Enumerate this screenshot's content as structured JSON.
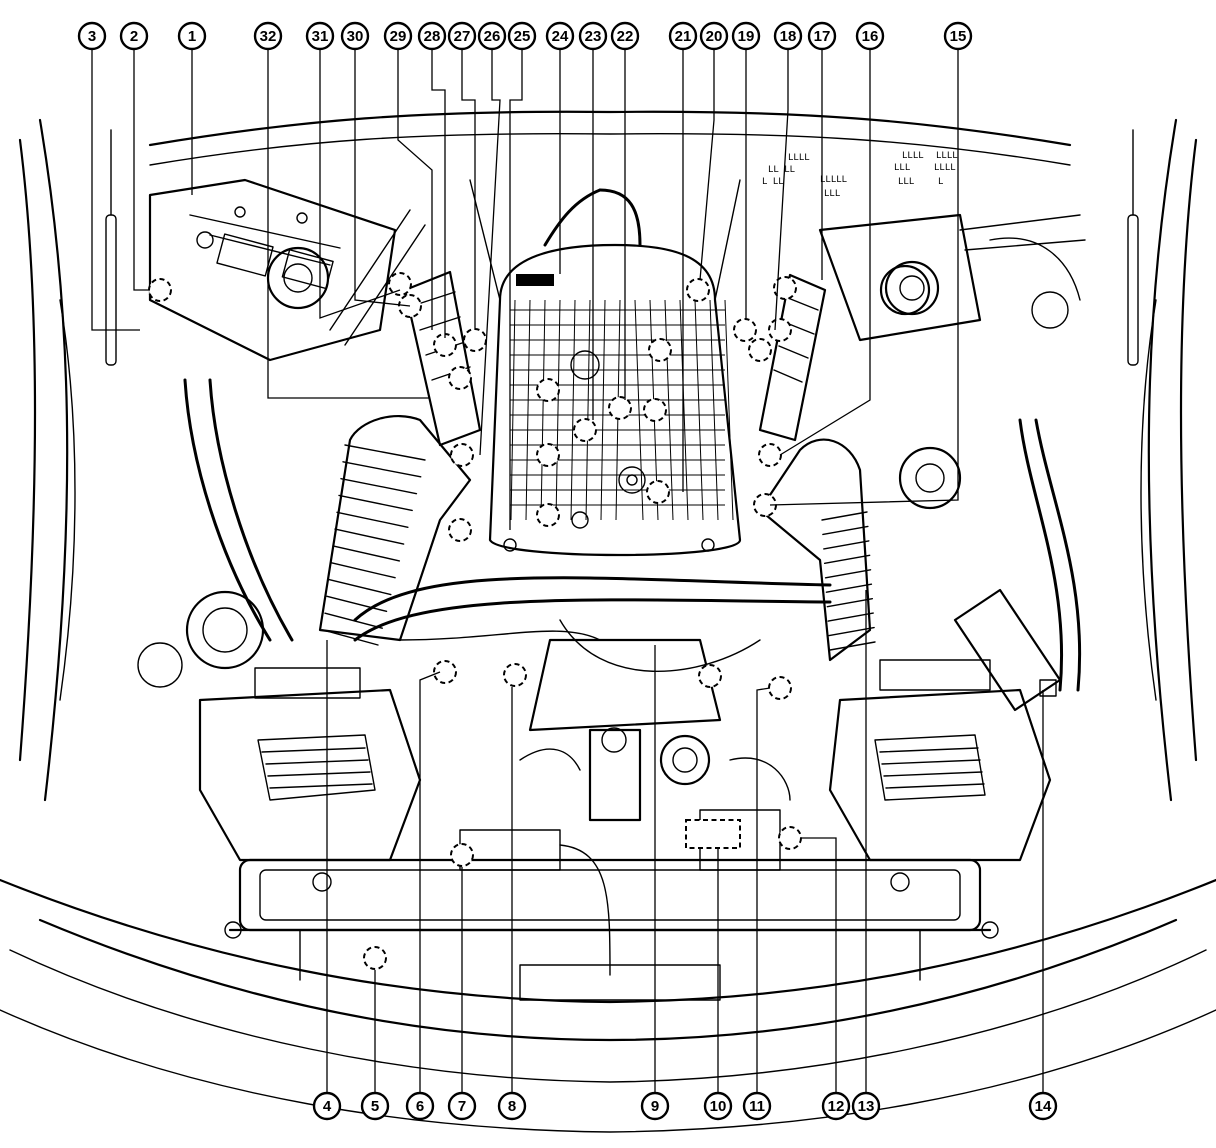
{
  "callouts": {
    "top": [
      "3",
      "2",
      "1",
      "32",
      "31",
      "30",
      "29",
      "28",
      "27",
      "26",
      "25",
      "24",
      "23",
      "22",
      "21",
      "20",
      "19",
      "18",
      "17",
      "16",
      "15"
    ],
    "bottom": [
      "4",
      "5",
      "6",
      "7",
      "8",
      "9",
      "10",
      "11",
      "12",
      "13",
      "14"
    ]
  },
  "hood_label_fragments": [
    "LLLL",
    "LLLL",
    "LLLL",
    "LL LL",
    "L LL",
    "LLL",
    "LLLLL",
    "LLLL",
    "LLL",
    "LLL",
    "L"
  ],
  "colors": {
    "ink": "#000000",
    "paper": "#ffffff"
  }
}
